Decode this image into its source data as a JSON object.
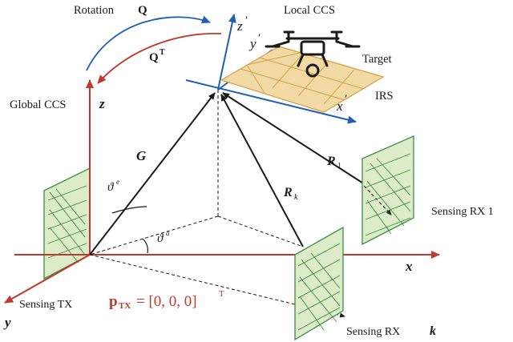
{
  "labels": {
    "rotation": "Rotation",
    "rotation_sym": "Q",
    "rotation_t_sym": "Q",
    "rotation_t_sup": "T",
    "local_ccs": "Local CCS",
    "global_ccs": "Global CCS",
    "target": "Target",
    "irs": "IRS",
    "axis_z_local": "z",
    "axis_y_local": "y",
    "axis_x_local": "x",
    "prime": "′",
    "axis_z": "z",
    "axis_y": "y",
    "axis_x": "x",
    "g": "G",
    "r1": "R",
    "r1_sub": "1",
    "rk": "R",
    "rk_sub": "k",
    "theta_e": "ϑ",
    "theta_e_sup": "e",
    "theta_a": "ϑ",
    "theta_a_sup": "a",
    "sensing_tx": "Sensing TX",
    "sensing_rx1": "Sensing RX 1",
    "sensing_rxk": "Sensing RX",
    "sensing_rxk_k": "k",
    "ptx_main": "p",
    "ptx_sub": "TX",
    "ptx_eq": " = [0, 0, 0]",
    "ptx_sup": "T"
  },
  "colors": {
    "global_axes": "#c0392b",
    "local_axes": "#1f5fb4",
    "vectors": "#1a1a1a",
    "rotation_forward": "#1f5fb4",
    "rotation_back": "#c0392b",
    "irs_fill": "#f3d9a4",
    "irs_grid": "#d4a24a",
    "antenna_fill": "#dcebc8",
    "antenna_line": "#3e8e41",
    "ptx_text": "#c0392b"
  },
  "icons": {
    "target": "drone-icon"
  }
}
